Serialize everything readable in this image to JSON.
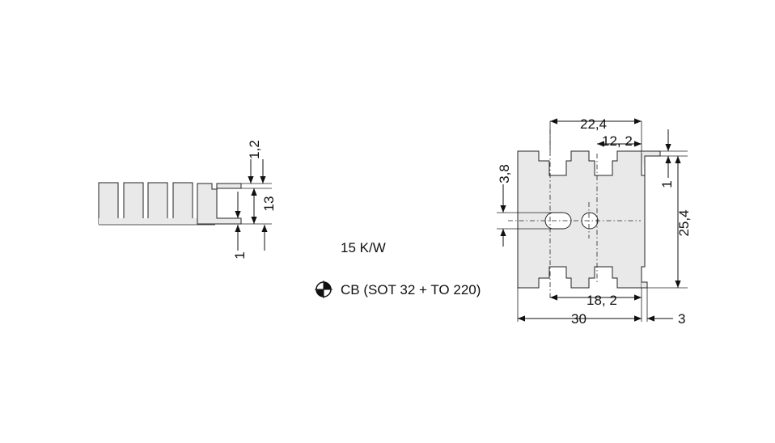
{
  "side_view": {
    "dim_thickness": "1,2",
    "dim_height": "13",
    "dim_bottom": "1"
  },
  "specs": {
    "thermal_resistance": "15 K/W",
    "mounting_label": "CB (SOT 32 + TO 220)",
    "mounting_icon": "cross-in-circle-icon"
  },
  "front_view": {
    "dim_overall_width": "22,4",
    "dim_hole_offset": "12, 2",
    "dim_fin_top": "1",
    "dim_hole_height": "3,8",
    "dim_height": "25,4",
    "dim_bottom_offset": "18, 2",
    "dim_base_width": "30",
    "dim_tab": "3"
  },
  "colors": {
    "body": "#e9e9e9",
    "line": "#111111"
  }
}
